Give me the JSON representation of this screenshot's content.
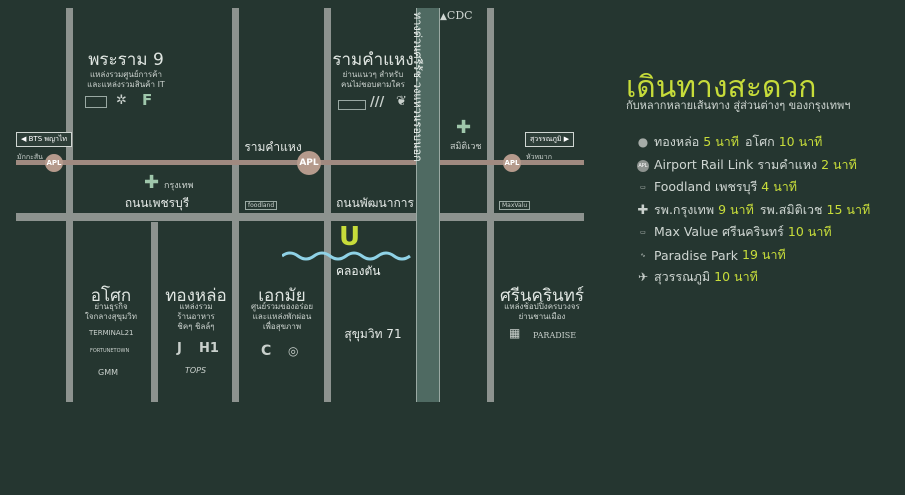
{
  "colors": {
    "background": "#253630",
    "road": "#8d938f",
    "highlight": "#c7dc3a",
    "expressway": "#4f6a62",
    "canal": "#8fd2e6"
  },
  "title": {
    "main": "เดินทางสะดวก",
    "sub": "กับหลากหลายเส้นทาง สู่ส่วนต่างๆ ของกรุงเทพฯ"
  },
  "legend": [
    {
      "icon": "dot",
      "label": "ทองหล่อ",
      "value": "5 นาที",
      "label2": "อโศก",
      "value2": "10 นาที"
    },
    {
      "icon": "APL",
      "label": "Airport Rail Link รามคำแหง",
      "value": "2 นาที"
    },
    {
      "icon": "foodland",
      "label": "Foodland เพชรบุรี",
      "value": "4 นาที"
    },
    {
      "icon": "cross",
      "label": "รพ.กรุงเทพ",
      "value": "9 นาที",
      "label2": "รพ.สมิติเวช",
      "value2": "15 นาที"
    },
    {
      "icon": "maxvalu",
      "label": "Max Value ศรีนครินทร์",
      "value": "10 นาที"
    },
    {
      "icon": "paradise",
      "label": "Paradise Park",
      "value": "19 นาที"
    },
    {
      "icon": "plane",
      "label": "สุวรรณภูมิ",
      "value": "10 นาที"
    }
  ],
  "map": {
    "areas": {
      "rama9": {
        "title": "พระราม 9",
        "sub": [
          "แหล่งรวมศูนย์การค้า",
          "และแหล่งรวมสินค้า IT"
        ]
      },
      "ramkhamhaeng": {
        "title": "รามคำแหง",
        "sub": [
          "ย่านแนวๆ สำหรับ",
          "คนไม่ชอบตามใคร"
        ]
      },
      "asoke": {
        "title": "อโศก",
        "sub": [
          "ย่านธุรกิจ",
          "ใจกลางสุขุมวิท"
        ]
      },
      "thonglor": {
        "title": "ทองหล่อ",
        "sub": [
          "แหล่งรวม",
          "ร้านอาหาร",
          "ชิคๆ ชิลล์ๆ"
        ]
      },
      "ekkamai": {
        "title": "เอกมัย",
        "sub": [
          "ศูนย์รวมของอร่อย",
          "และแหล่งพักผ่อน",
          "เพื่อสุขภาพ"
        ]
      },
      "srinakarin": {
        "title": "ศรีนครินทร์",
        "sub": [
          "แหล่งช้อปปิ้งครบวงจร",
          "ย่านชานเมือง"
        ]
      }
    },
    "streets": {
      "ramkhamhaeng": "รามคำแหง",
      "phetchaburi": "ถนนเพชรบุรี",
      "phatthanakan": "ถนนพัฒนาการ",
      "sukhumvit71": "สุขุมวิท 71",
      "expressway": "ทางด่วนศรีรัช-วงแหวนรอบนอก",
      "canal": "คลองตัน"
    },
    "stations": {
      "apl": "APL",
      "makkasan": "มักกะสัน",
      "huamak": "หัวหมาก"
    },
    "tags": {
      "bts": "BTS พญาไท",
      "suvarnabhumi": "สุวรรณภูมิ"
    },
    "hospitals": {
      "bangkok": "กรุงเทพ",
      "samitivej": "สมิติเวช"
    },
    "logos": {
      "cdc": "CDC",
      "foodland": "foodland",
      "maxvalu": "MaxValu",
      "terminal21": "TERMINAL21",
      "fortunetown": "FORTUNETOWN",
      "gmm": "GMM",
      "j": "J",
      "h1": "H1",
      "tops": "TOPS",
      "paradise": "PARADISE"
    },
    "project_mark": "U"
  }
}
